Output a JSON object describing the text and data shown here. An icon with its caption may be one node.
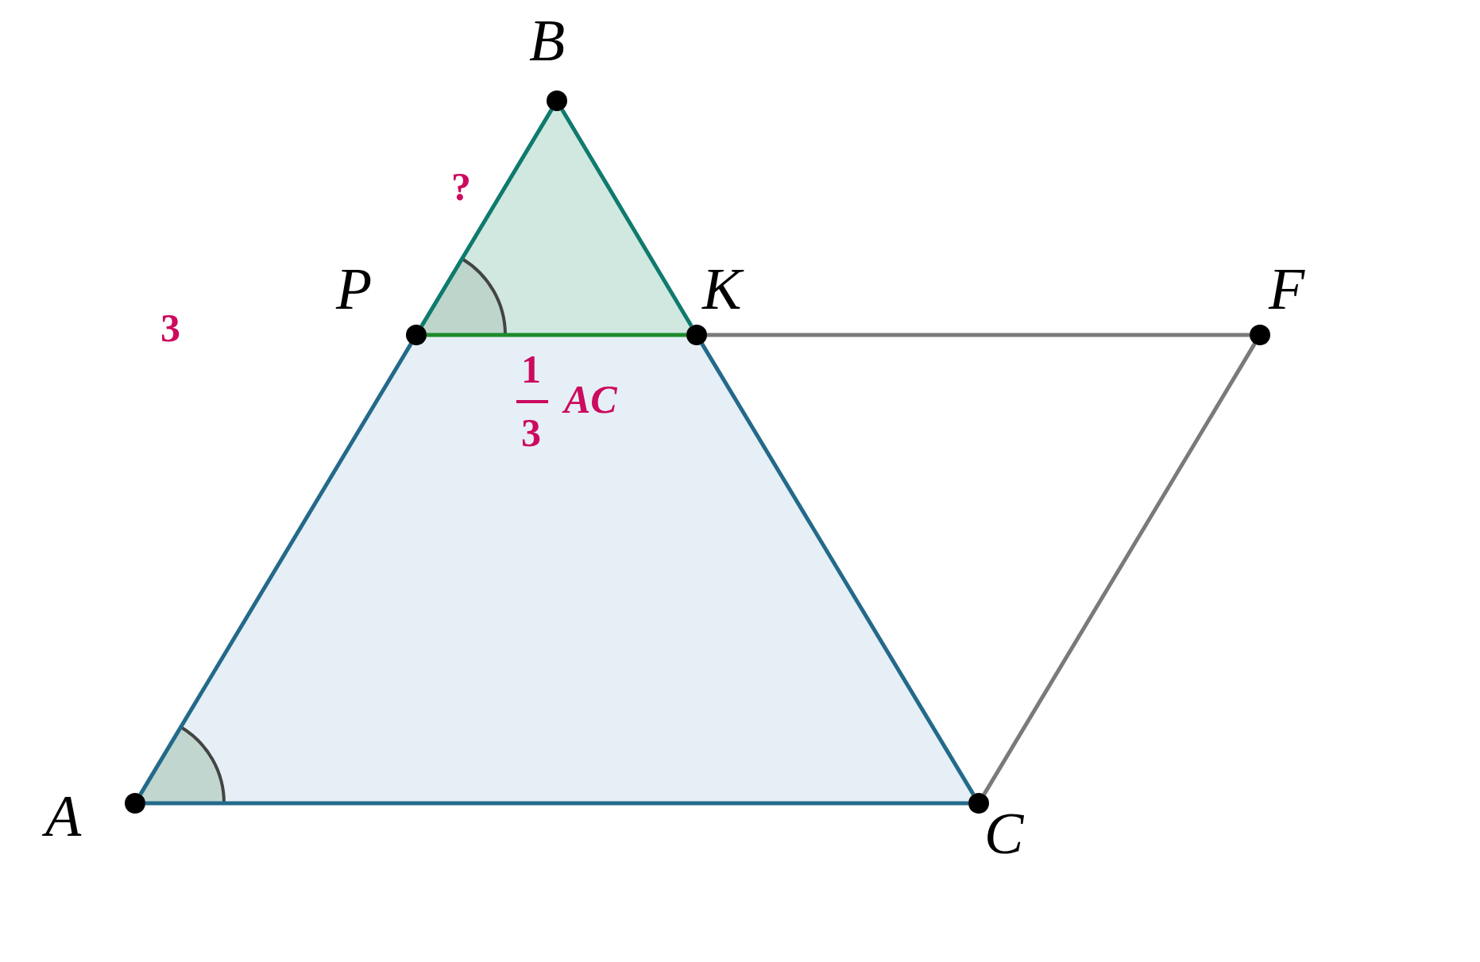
{
  "diagram": {
    "nodes": [
      {
        "text": [
          "B"
        ]
      },
      {
        "text": [
          "P"
        ]
      },
      {
        "text": [
          "K"
        ]
      },
      {
        "text": [
          "F"
        ]
      },
      {
        "text": [
          "A"
        ]
      },
      {
        "text": [
          "C"
        ]
      }
    ],
    "edges": [
      {
        "from": 4,
        "to": 1,
        "arrow": "none"
      },
      {
        "from": 1,
        "to": 0,
        "arrow": "none",
        "color": "#0f7a6e"
      },
      {
        "from": 0,
        "to": 2,
        "arrow": "none",
        "color": "#0f7a6e"
      },
      {
        "from": 2,
        "to": 5,
        "arrow": "none"
      },
      {
        "from": 4,
        "to": 5,
        "arrow": "none"
      },
      {
        "from": 1,
        "to": 2,
        "arrow": "none",
        "color": "#1d8a2a"
      },
      {
        "from": 2,
        "to": 3,
        "arrow": "none",
        "color": "#7a7a7a"
      },
      {
        "from": 3,
        "to": 5,
        "arrow": "none",
        "color": "#7a7a7a"
      }
    ],
    "labels": [
      "?",
      "3",
      "1",
      "3",
      "AC"
    ]
  }
}
